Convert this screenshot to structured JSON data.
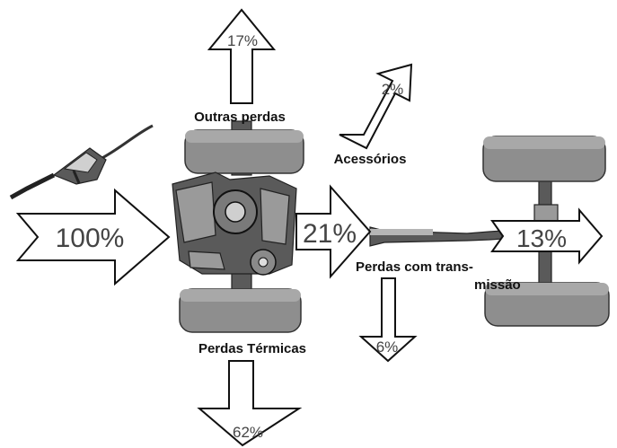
{
  "flows": {
    "input": "100%",
    "other_losses": "17%",
    "accessories": "2%",
    "engine_output": "21%",
    "transmission_losses": "6%",
    "wheels": "13%",
    "thermal_losses": "62%"
  },
  "labels": {
    "other_losses": "Outras perdas",
    "accessories": "Acessórios",
    "transmission_line1": "Perdas com trans-",
    "transmission_line2": "missão",
    "thermal": "Perdas Térmicas"
  }
}
